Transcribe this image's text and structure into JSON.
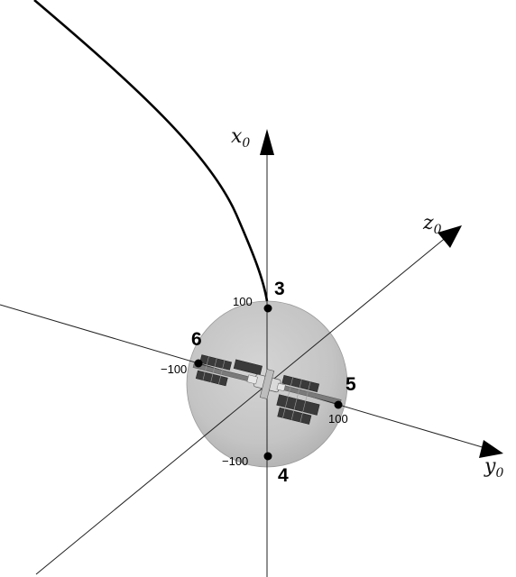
{
  "axes": {
    "x": {
      "name": "x",
      "subscript": "0"
    },
    "y": {
      "name": "y",
      "subscript": "0"
    },
    "z": {
      "name": "z",
      "subscript": "0"
    }
  },
  "points": [
    {
      "id": "3",
      "label": "3",
      "tick": "100"
    },
    {
      "id": "4",
      "label": "4",
      "tick": "−100"
    },
    {
      "id": "5",
      "label": "5",
      "tick": "100"
    },
    {
      "id": "6",
      "label": "6",
      "tick": "−100"
    }
  ],
  "sphere": {
    "color": "#c8c8c8"
  },
  "object_icon": "space-station-icon",
  "trajectory_color": "#000000"
}
